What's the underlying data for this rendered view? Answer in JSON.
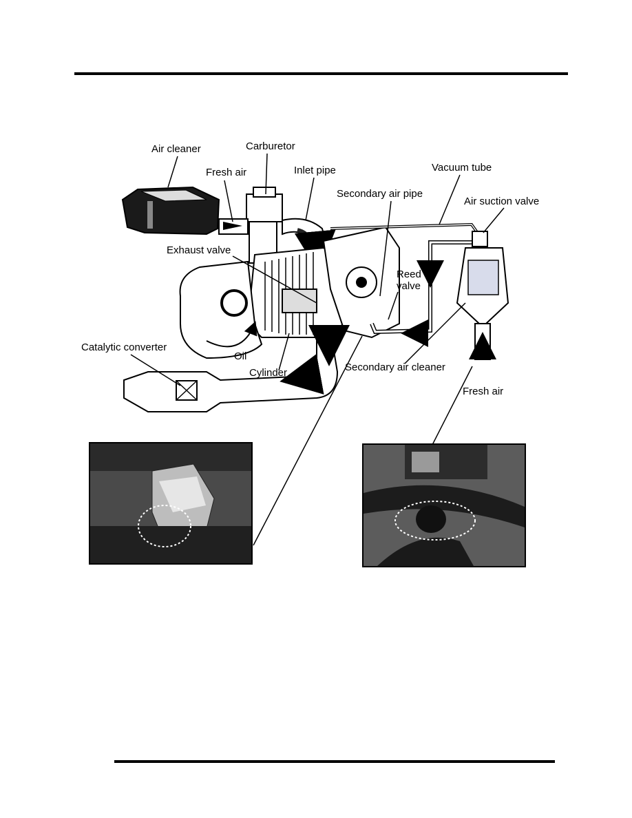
{
  "labels": {
    "air_cleaner": "Air cleaner",
    "carburetor": "Carburetor",
    "fresh_air_top": "Fresh air",
    "inlet_pipe": "Inlet pipe",
    "vacuum_tube": "Vacuum tube",
    "secondary_air_pipe": "Secondary air pipe",
    "air_suction_valve": "Air suction valve",
    "exhaust_valve": "Exhaust valve",
    "reed_valve_line1": "Reed",
    "reed_valve_line2": "valve",
    "catalytic_converter": "Catalytic converter",
    "oil": "Oil",
    "cylinder": "Cylinder",
    "secondary_air_cleaner": "Secondary air cleaner",
    "fresh_air_bottom": "Fresh air"
  }
}
